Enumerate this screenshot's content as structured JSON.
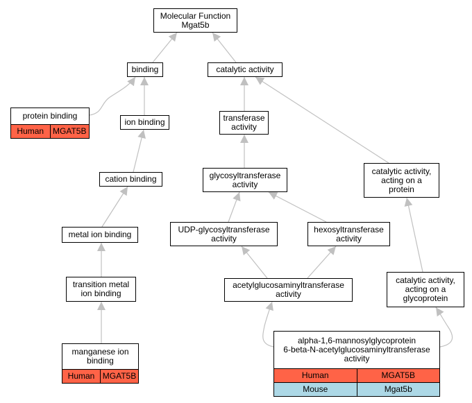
{
  "graph": {
    "nodes": [
      {
        "id": "molecular-function",
        "lines": [
          "Molecular Function",
          "Mgat5b"
        ]
      },
      {
        "id": "binding",
        "lines": [
          "binding"
        ]
      },
      {
        "id": "catalytic-activity",
        "lines": [
          "catalytic activity"
        ]
      },
      {
        "id": "protein-binding",
        "lines": [
          "protein binding"
        ],
        "species": [
          {
            "species": "Human",
            "gene": "MGAT5B"
          }
        ]
      },
      {
        "id": "ion-binding",
        "lines": [
          "ion binding"
        ]
      },
      {
        "id": "transferase-activity",
        "lines": [
          "transferase",
          "activity"
        ]
      },
      {
        "id": "cation-binding",
        "lines": [
          "cation binding"
        ]
      },
      {
        "id": "glycosyltransferase-activity",
        "lines": [
          "glycosyltransferase",
          "activity"
        ]
      },
      {
        "id": "catalytic-activity-protein",
        "lines": [
          "catalytic activity,",
          "acting on a",
          "protein"
        ]
      },
      {
        "id": "metal-ion-binding",
        "lines": [
          "metal ion binding"
        ]
      },
      {
        "id": "udp-glycosyltransferase",
        "lines": [
          "UDP-glycosyltransferase",
          "activity"
        ]
      },
      {
        "id": "hexosyltransferase",
        "lines": [
          "hexosyltransferase",
          "activity"
        ]
      },
      {
        "id": "transition-metal-ion-binding",
        "lines": [
          "transition metal",
          "ion binding"
        ]
      },
      {
        "id": "acetylglucosaminyltransferase",
        "lines": [
          "acetylglucosaminyltransferase",
          "activity"
        ]
      },
      {
        "id": "catalytic-activity-glycoprotein",
        "lines": [
          "catalytic activity,",
          "acting on a",
          "glycoprotein"
        ]
      },
      {
        "id": "manganese-ion-binding",
        "lines": [
          "manganese ion",
          "binding"
        ],
        "species": [
          {
            "species": "Human",
            "gene": "MGAT5B"
          }
        ]
      },
      {
        "id": "alpha-mannosylglycoprotein",
        "lines": [
          "alpha-1,6-mannosylglycoprotein",
          "6-beta-N-acetylglucosaminyltransferase",
          "activity"
        ],
        "species": [
          {
            "species": "Human",
            "gene": "MGAT5B"
          },
          {
            "species": "Mouse",
            "gene": "Mgat5b"
          }
        ]
      }
    ],
    "edges": [
      {
        "from": "binding",
        "to": "molecular-function"
      },
      {
        "from": "catalytic-activity",
        "to": "molecular-function"
      },
      {
        "from": "protein-binding",
        "to": "binding"
      },
      {
        "from": "ion-binding",
        "to": "binding"
      },
      {
        "from": "transferase-activity",
        "to": "catalytic-activity"
      },
      {
        "from": "catalytic-activity-protein",
        "to": "catalytic-activity"
      },
      {
        "from": "cation-binding",
        "to": "ion-binding"
      },
      {
        "from": "glycosyltransferase-activity",
        "to": "transferase-activity"
      },
      {
        "from": "metal-ion-binding",
        "to": "cation-binding"
      },
      {
        "from": "udp-glycosyltransferase",
        "to": "glycosyltransferase-activity"
      },
      {
        "from": "hexosyltransferase",
        "to": "glycosyltransferase-activity"
      },
      {
        "from": "transition-metal-ion-binding",
        "to": "metal-ion-binding"
      },
      {
        "from": "acetylglucosaminyltransferase",
        "to": "udp-glycosyltransferase"
      },
      {
        "from": "acetylglucosaminyltransferase",
        "to": "hexosyltransferase"
      },
      {
        "from": "catalytic-activity-glycoprotein",
        "to": "catalytic-activity-protein"
      },
      {
        "from": "manganese-ion-binding",
        "to": "transition-metal-ion-binding"
      },
      {
        "from": "alpha-mannosylglycoprotein",
        "to": "acetylglucosaminyltransferase"
      },
      {
        "from": "alpha-mannosylglycoprotein",
        "to": "catalytic-activity-glycoprotein"
      }
    ],
    "colors": {
      "edge": "#c0c0c0",
      "human": "#ff6347",
      "mouse": "#add8e6"
    }
  }
}
